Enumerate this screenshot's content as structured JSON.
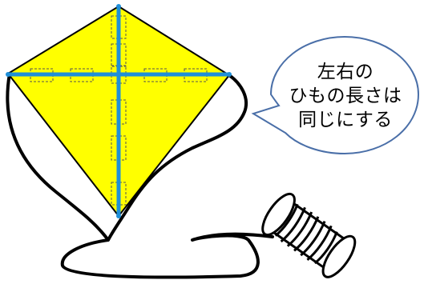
{
  "callout": {
    "lines": [
      "左右の",
      "ひもの長さは",
      "同じにする"
    ]
  },
  "colors": {
    "kite_fill": "#ffff00",
    "spar": "#1f8fd8",
    "outline": "#000000"
  },
  "icons": [
    "kite-icon",
    "thread-spool-icon",
    "speech-bubble-icon"
  ]
}
